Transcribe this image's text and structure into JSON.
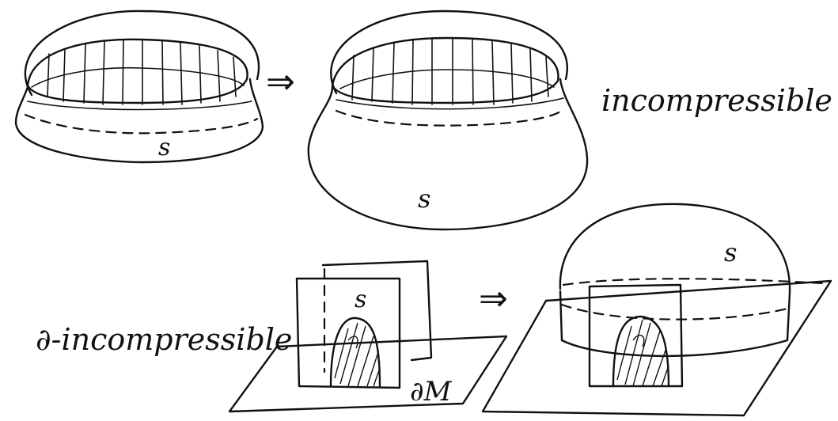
{
  "labels": {
    "s_top_left": "s",
    "s_top_right": "s",
    "s_bottom_left": "s",
    "s_bottom_right": "s",
    "implies_top": "⇒",
    "implies_bottom": "⇒",
    "incompressible": "incompressible",
    "boundary_incompressible": "∂-incompressible",
    "boundary_M": "∂M"
  }
}
